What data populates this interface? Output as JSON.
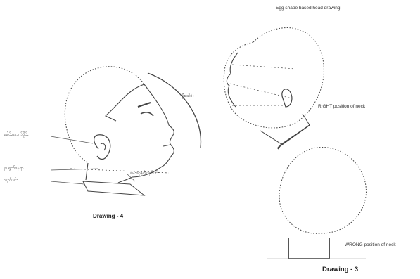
{
  "diagram": {
    "title": "Egg shape based head drawing",
    "right_label": "RIGHT position of neck",
    "wrong_label": "WRONG position of neck",
    "drawing_left_caption": "Drawing - 4",
    "drawing_right_caption": "Drawing - 3",
    "left_labels": {
      "label_a": "ခေါင်းနောက်ပိုင်း",
      "label_b": "နားရွက်နေရာ",
      "label_c": "လည်ပင်း",
      "label_d": "မေးစေ့နှင့်လည်ပင်း",
      "label_e": "ဦးခေါင်း"
    }
  }
}
